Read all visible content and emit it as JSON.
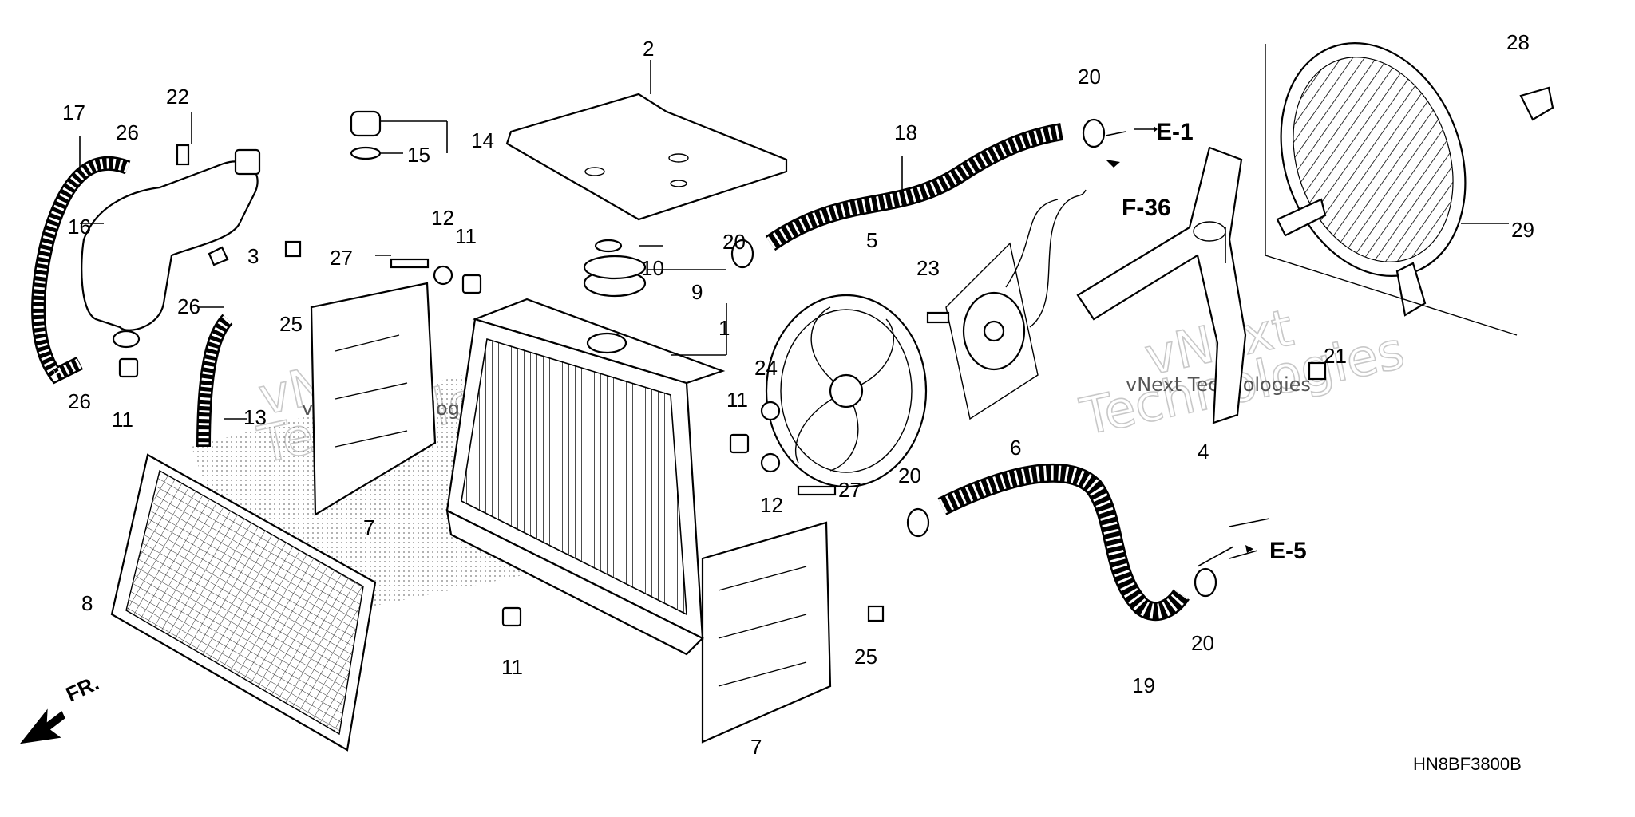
{
  "diagram_code": "HN8BF3800B",
  "direction_label": "FR.",
  "callouts": [
    "1",
    "2",
    "3",
    "4",
    "5",
    "6",
    "7",
    "7",
    "8",
    "9",
    "10",
    "11",
    "11",
    "11",
    "11",
    "12",
    "12",
    "13",
    "14",
    "15",
    "16",
    "17",
    "18",
    "19",
    "20",
    "20",
    "20",
    "20",
    "21",
    "22",
    "23",
    "24",
    "25",
    "25",
    "26",
    "26",
    "26",
    "27",
    "27",
    "28",
    "29"
  ],
  "references": {
    "e1": "E-1",
    "f36": "F-36",
    "e5": "E-5"
  },
  "watermark": {
    "line1": "vNext",
    "line2": "Technologies",
    "small": "vNext Technologies"
  }
}
